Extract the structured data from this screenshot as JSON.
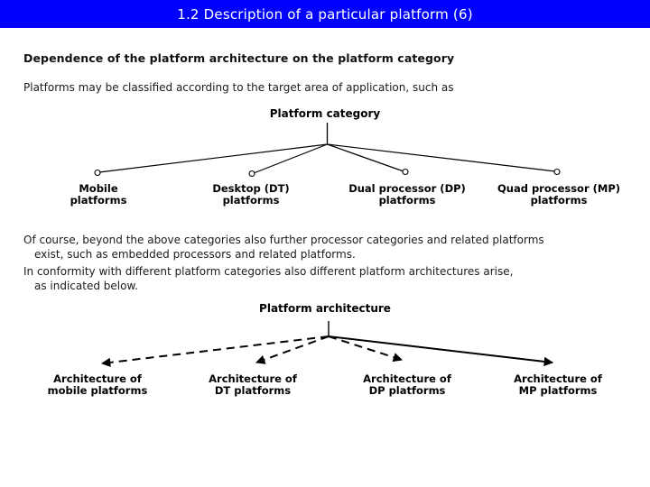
{
  "slide": {
    "title": "1.2 Description of a particular platform (6)",
    "title_bg": "#0000FF",
    "title_color": "#FFFFFF",
    "background": "#FFFFFF"
  },
  "content": {
    "subheading": "Dependence of the platform architecture on the platform category",
    "lead_text": "Platforms may be classified according to the target area of application, such as",
    "paragraphs": [
      {
        "line1": "Of course, beyond the above categories also further processor categories and related platforms",
        "line2": "exist, such as embedded processors and related platforms."
      },
      {
        "line1": "In conformity with different platform categories also different platform architectures arise,",
        "line2": "as indicated below."
      }
    ]
  },
  "diagrams": [
    {
      "id": "platform-category-tree",
      "root_label": "Platform category",
      "edge_style": "solid",
      "endpoint_marker": "circle",
      "leaves": [
        {
          "label": "Mobile\nplatforms"
        },
        {
          "label": "Desktop (DT)\nplatforms"
        },
        {
          "label": "Dual processor (DP)\nplatforms"
        },
        {
          "label": "Quad processor  (MP)\nplatforms"
        }
      ]
    },
    {
      "id": "platform-architecture-tree",
      "root_label": "Platform architecture",
      "edge_style": "dashed-with-arrows",
      "endpoint_marker": "arrowhead",
      "leaves": [
        {
          "label": "Architecture of\nmobile platforms"
        },
        {
          "label": "Architecture of\nDT platforms"
        },
        {
          "label": "Architecture of\nDP platforms"
        },
        {
          "label": "Architecture of\nMP platforms"
        }
      ]
    }
  ]
}
